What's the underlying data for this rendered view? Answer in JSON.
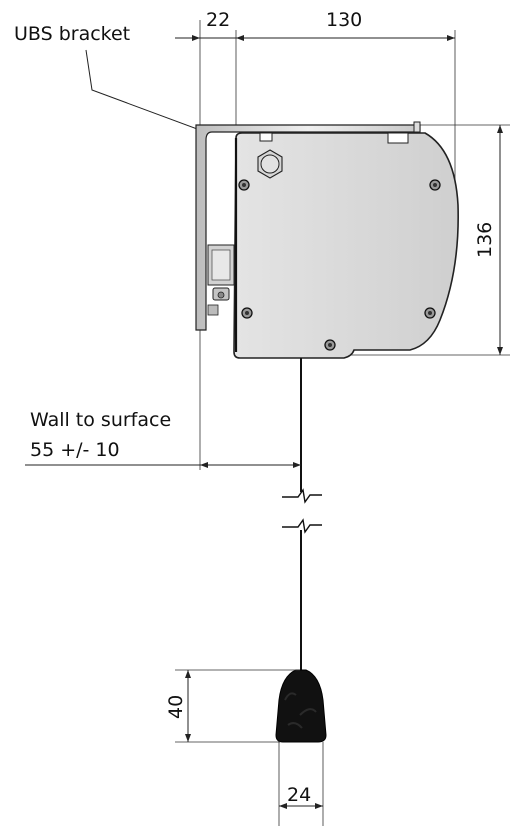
{
  "labels": {
    "bracket": "UBS bracket",
    "wall_line1": "Wall to surface",
    "wall_line2": "55 +/- 10"
  },
  "dimensions": {
    "bracket_width": "22",
    "body_width": "130",
    "body_height": "136",
    "weight_height": "40",
    "weight_width": "24"
  },
  "colors": {
    "body_fill": "#dcdcdc",
    "bracket_fill": "#e9e9e9",
    "outline": "#222222",
    "weight_fill": "#111111"
  }
}
